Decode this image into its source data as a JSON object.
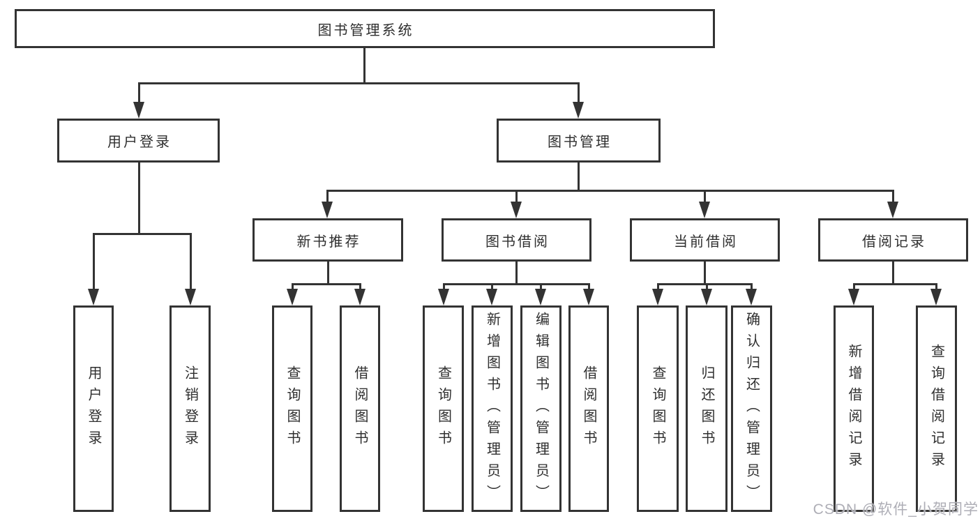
{
  "watermark": "CSDN @软件_小贺同学",
  "colors": {
    "line": "#333333",
    "text": "#2f2f2f",
    "watermark": "#aeaeb6",
    "background": "#ffffff"
  },
  "tree": {
    "root": {
      "label": "图书管理系统"
    },
    "children": [
      {
        "label": "用户登录",
        "children": [
          {
            "label": "用户登录"
          },
          {
            "label": "注销登录"
          }
        ]
      },
      {
        "label": "图书管理",
        "children": [
          {
            "label": "新书推荐",
            "children": [
              {
                "label": "查询图书"
              },
              {
                "label": "借阅图书"
              }
            ]
          },
          {
            "label": "图书借阅",
            "children": [
              {
                "label": "查询图书"
              },
              {
                "label": "新增图书（管理员）"
              },
              {
                "label": "编辑图书（管理员）"
              },
              {
                "label": "借阅图书"
              }
            ]
          },
          {
            "label": "当前借阅",
            "children": [
              {
                "label": "查询图书"
              },
              {
                "label": "归还图书"
              },
              {
                "label": "确认归还（管理员）"
              }
            ]
          },
          {
            "label": "借阅记录",
            "children": [
              {
                "label": "新增借阅记录"
              },
              {
                "label": "查询借阅记录"
              }
            ]
          }
        ]
      }
    ]
  }
}
